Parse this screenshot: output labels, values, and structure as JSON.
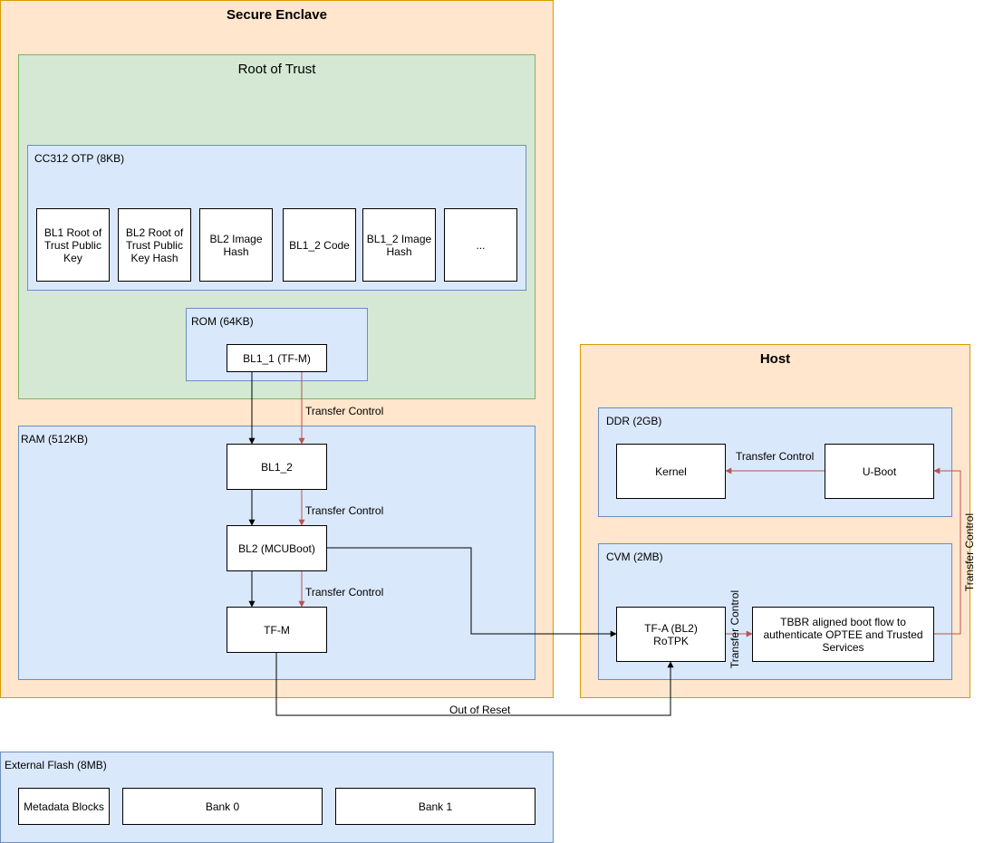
{
  "secure_enclave": {
    "title": "Secure Enclave",
    "root_of_trust": {
      "title": "Root of Trust",
      "otp": {
        "label": "CC312 OTP (8KB)",
        "items": [
          "BL1 Root of Trust Public Key",
          "BL2 Root of Trust Public Key Hash",
          "BL2 Image Hash",
          "BL1_2 Code",
          "BL1_2 Image Hash",
          "..."
        ]
      },
      "rom": {
        "label": "ROM (64KB)",
        "bl1_1": "BL1_1 (TF-M)"
      }
    },
    "ram": {
      "label": "RAM (512KB)",
      "bl1_2": "BL1_2",
      "bl2": "BL2 (MCUBoot)",
      "tfm": "TF-M"
    }
  },
  "host": {
    "title": "Host",
    "ddr": {
      "label": "DDR (2GB)",
      "kernel": "Kernel",
      "uboot": "U-Boot"
    },
    "cvm": {
      "label": "CVM (2MB)",
      "tfa": "TF-A (BL2)\nRoTPK",
      "tbbr": "TBBR aligned boot flow to authenticate OPTEE and Trusted Services"
    }
  },
  "external_flash": {
    "label": "External Flash (8MB)",
    "metadata": "Metadata Blocks",
    "bank0": "Bank 0",
    "bank1": "Bank 1"
  },
  "edges": {
    "transfer_control": "Transfer Control",
    "out_of_reset": "Out of Reset"
  },
  "colors": {
    "enclave_fill": "#ffe6cc",
    "root_fill": "#d5e8d4",
    "memory_fill": "#dae8fc",
    "transfer_arrow": "#b85450"
  }
}
